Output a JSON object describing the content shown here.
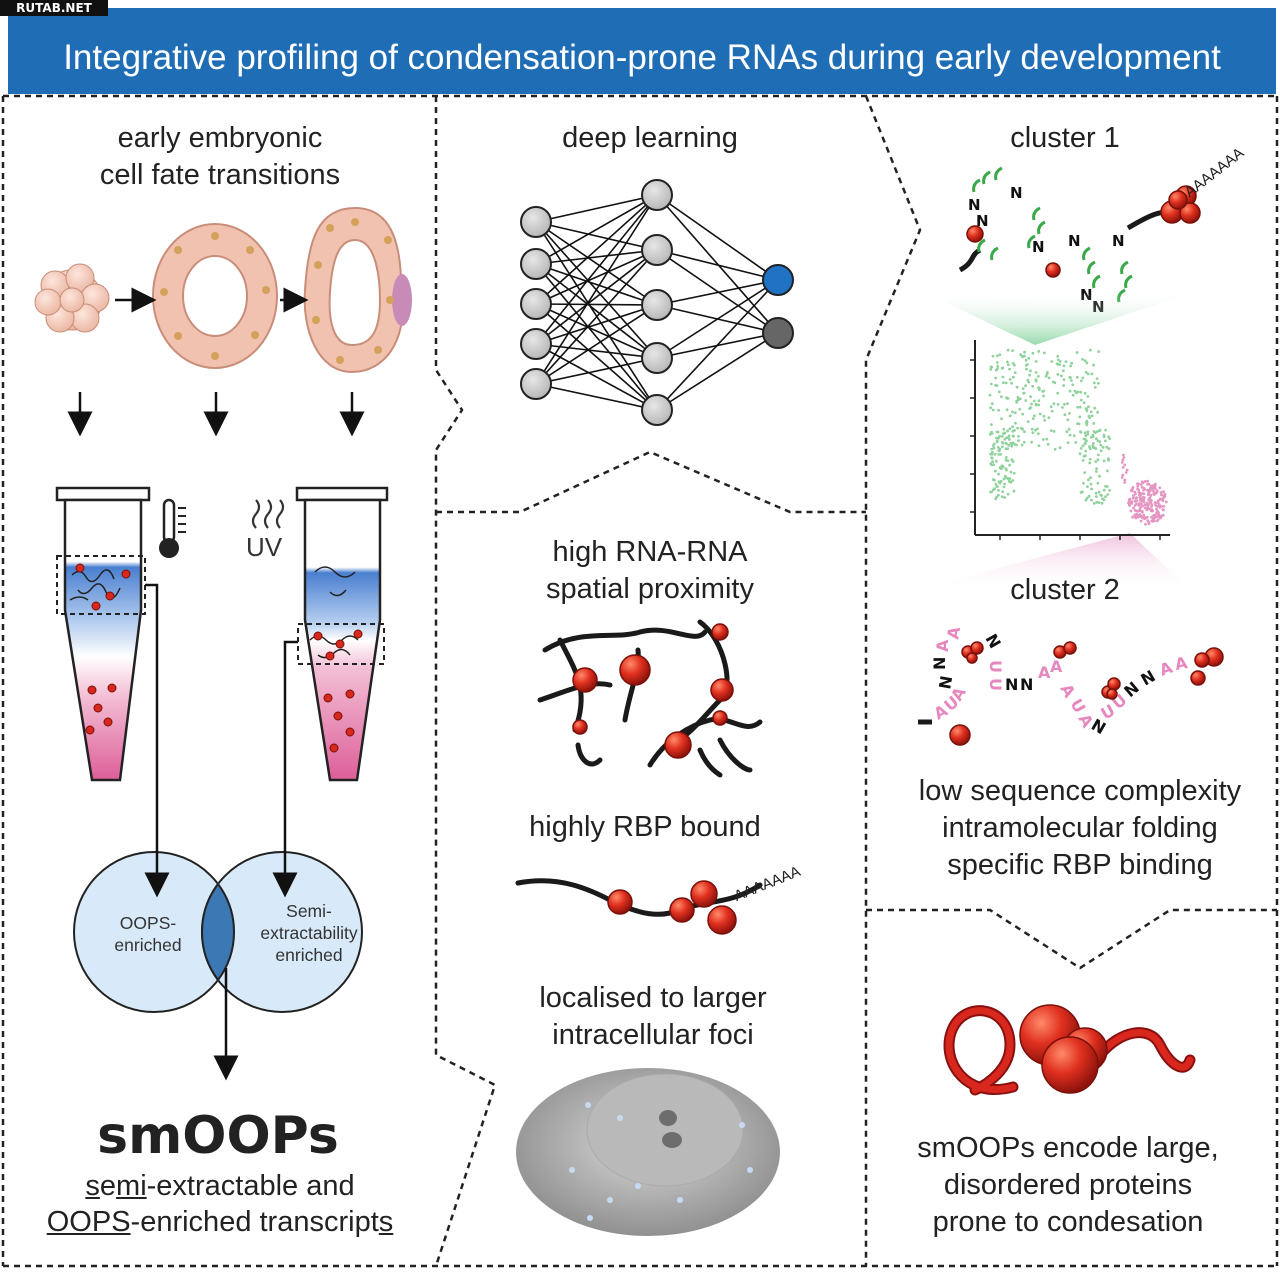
{
  "watermark": "RUTAB.NET",
  "title": "Integrative profiling of condensation-prone RNAs during early development",
  "left_panel": {
    "heading_line1": "early embryonic",
    "heading_line2": "cell fate transitions",
    "uv_label": "UV",
    "venn_left_line1": "OOPS-",
    "venn_left_line2": "enriched",
    "venn_right_line1": "Semi-",
    "venn_right_line2": "extractability",
    "venn_right_line3": "enriched",
    "result_title": "smOOPs",
    "desc1_a": "s",
    "desc1_b": "e",
    "desc1_c": "mi",
    "desc1_d": "-extractable and",
    "desc2_a": "OOPS",
    "desc2_b": "-enriched transcript",
    "desc2_c": "s"
  },
  "middle_panel": {
    "heading1": "deep learning",
    "heading2_line1": "high RNA-RNA",
    "heading2_line2": "spatial proximity",
    "heading3": "highly RBP bound",
    "polya": "AAAAAAA",
    "heading4_line1": "localised to larger",
    "heading4_line2": "intracellular foci"
  },
  "right_panel": {
    "cluster1": "cluster 1",
    "cluster2": "cluster 2",
    "polya": "AAAAAAA",
    "features_line1": "low sequence complexity",
    "features_line2": "intramolecular folding",
    "features_line3": "specific RBP binding",
    "conclusion_line1": "smOOPs encode large,",
    "conclusion_line2": "disordered proteins",
    "conclusion_line3": "prone to condesation"
  },
  "colors": {
    "banner": "#1f6db5",
    "rna_red": "#d8281d",
    "cluster1_green": "#3aa94a",
    "cluster2_pink": "#e688bf",
    "nn_node": "#cfcfcf",
    "nn_output_blue": "#1f72c4",
    "nn_output_dark": "#666666",
    "venn_fill": "#d8e9f9",
    "venn_overlap": "#3b78b4"
  }
}
